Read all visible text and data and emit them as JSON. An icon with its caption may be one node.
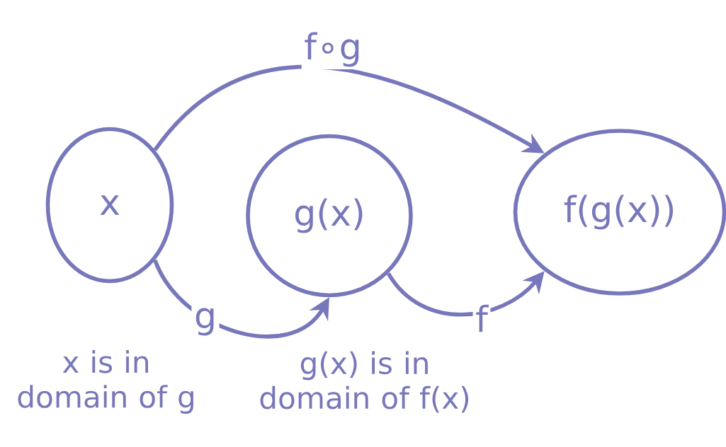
{
  "diagram": {
    "nodes": [
      {
        "text": [
          "x"
        ],
        "beside": [
          "x is in domain of g"
        ]
      },
      {
        "text": [
          "g(x)"
        ],
        "beside": [
          "g(x) is in domain of f(x)"
        ]
      },
      {
        "text": [
          "f(g(x))"
        ]
      }
    ],
    "edges": [
      {
        "from": 0,
        "to": 1,
        "arrow": "to",
        "label": "g"
      },
      {
        "from": 1,
        "to": 2,
        "arrow": "to",
        "label": "f"
      },
      {
        "from": 0,
        "to": 2,
        "arrow": "to",
        "label": "f∘g"
      }
    ]
  }
}
